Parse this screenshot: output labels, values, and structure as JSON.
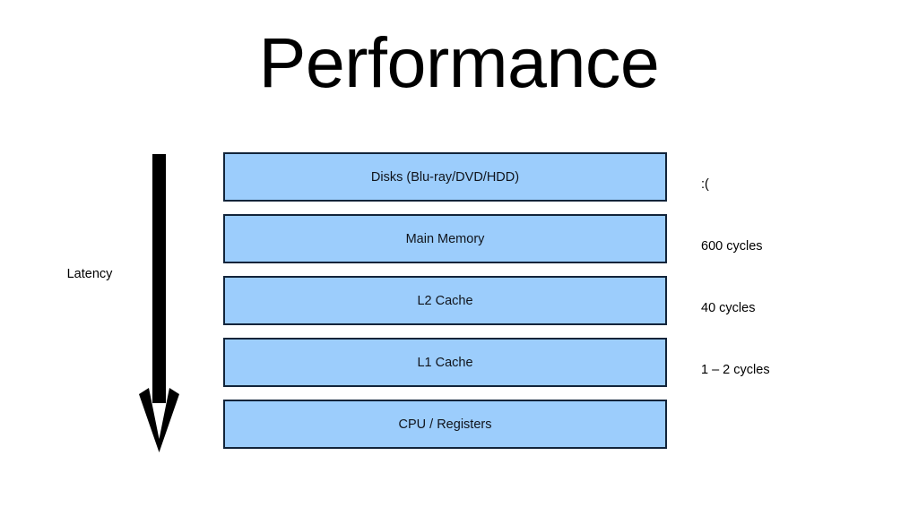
{
  "slide": {
    "title": "Performance",
    "background_color": "#FFFFFF"
  },
  "arrow": {
    "label": "Latency",
    "direction": "down",
    "color": "#000000",
    "meaning": "latency-increases-upward"
  },
  "hierarchy": {
    "box_fill_color": "#9CCDFC",
    "box_border_color": "#12243A",
    "levels": [
      {
        "name": "disks",
        "label": "Disks (Blu-ray/DVD/HDD)",
        "latency": ":("
      },
      {
        "name": "main-memory",
        "label": "Main Memory",
        "latency": "600 cycles"
      },
      {
        "name": "l2-cache",
        "label": "L2 Cache",
        "latency": "40 cycles"
      },
      {
        "name": "l1-cache",
        "label": "L1 Cache",
        "latency": "1 – 2 cycles"
      },
      {
        "name": "cpu-registers",
        "label": "CPU / Registers",
        "latency": ""
      }
    ]
  }
}
